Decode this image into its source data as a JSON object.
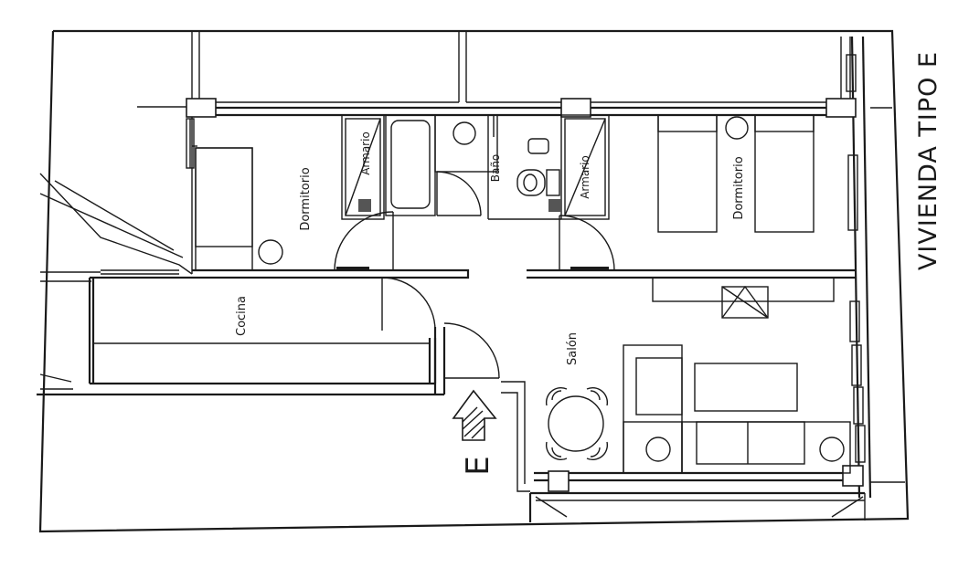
{
  "plan": {
    "title": "VIVIENDA TIPO E",
    "entry_marker": "E",
    "rooms": {
      "bedroom_left": "Dormitorio",
      "closet_left": "Armario",
      "bathroom": "Baño",
      "closet_right": "Armario",
      "bedroom_right": "Dormitorio",
      "kitchen": "Cocina",
      "living_room": "Salón"
    }
  }
}
